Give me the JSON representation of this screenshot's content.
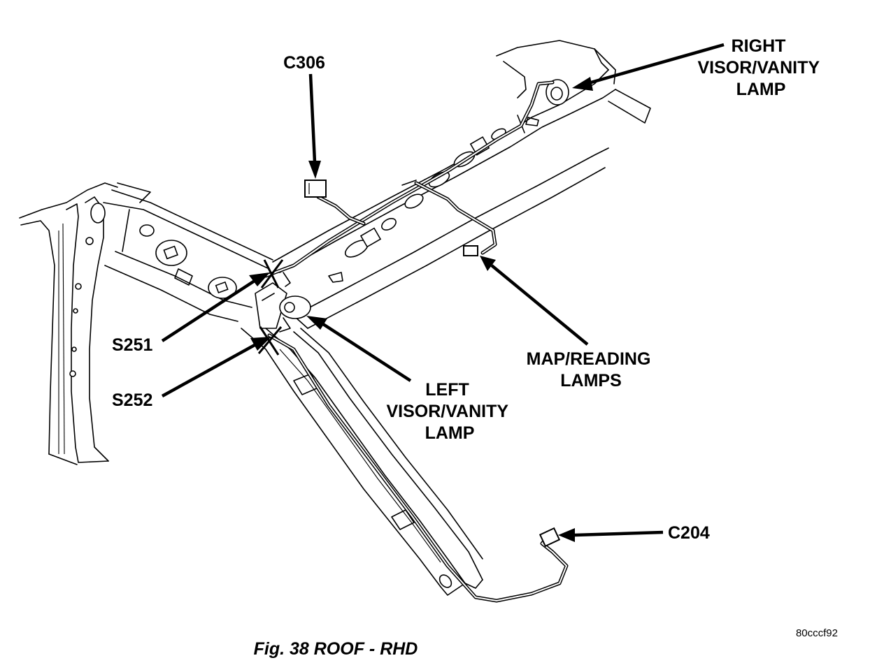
{
  "labels": {
    "c306": "C306",
    "right_lamp": [
      "RIGHT",
      "VISOR/VANITY",
      "LAMP"
    ],
    "s251": "S251",
    "s252": "S252",
    "left_lamp": [
      "LEFT",
      "VISOR/VANITY",
      "LAMP"
    ],
    "map_lamps": [
      "MAP/READING",
      "LAMPS"
    ],
    "c204": "C204"
  },
  "caption": "Fig. 38 ROOF - RHD",
  "image_code": "80cccf92"
}
